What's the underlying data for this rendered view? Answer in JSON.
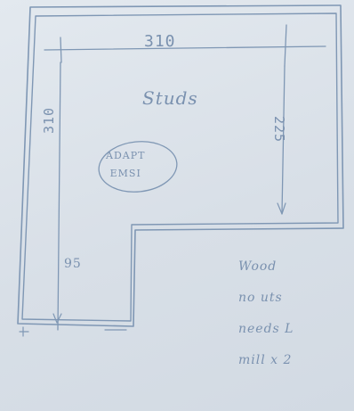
{
  "dimensions": {
    "top": "310",
    "left": "310",
    "right": "225",
    "bottom_left": "95"
  },
  "labels": {
    "studs": "Studs",
    "stamp_line1": "ADAPT",
    "stamp_line2": "EMSI"
  },
  "note": {
    "line1": "Wood",
    "line2": "no uts",
    "line3": "needs L",
    "line4": "mill x 2"
  },
  "colors": {
    "paper": "#dce3ea",
    "ink": "#7f97b4"
  }
}
